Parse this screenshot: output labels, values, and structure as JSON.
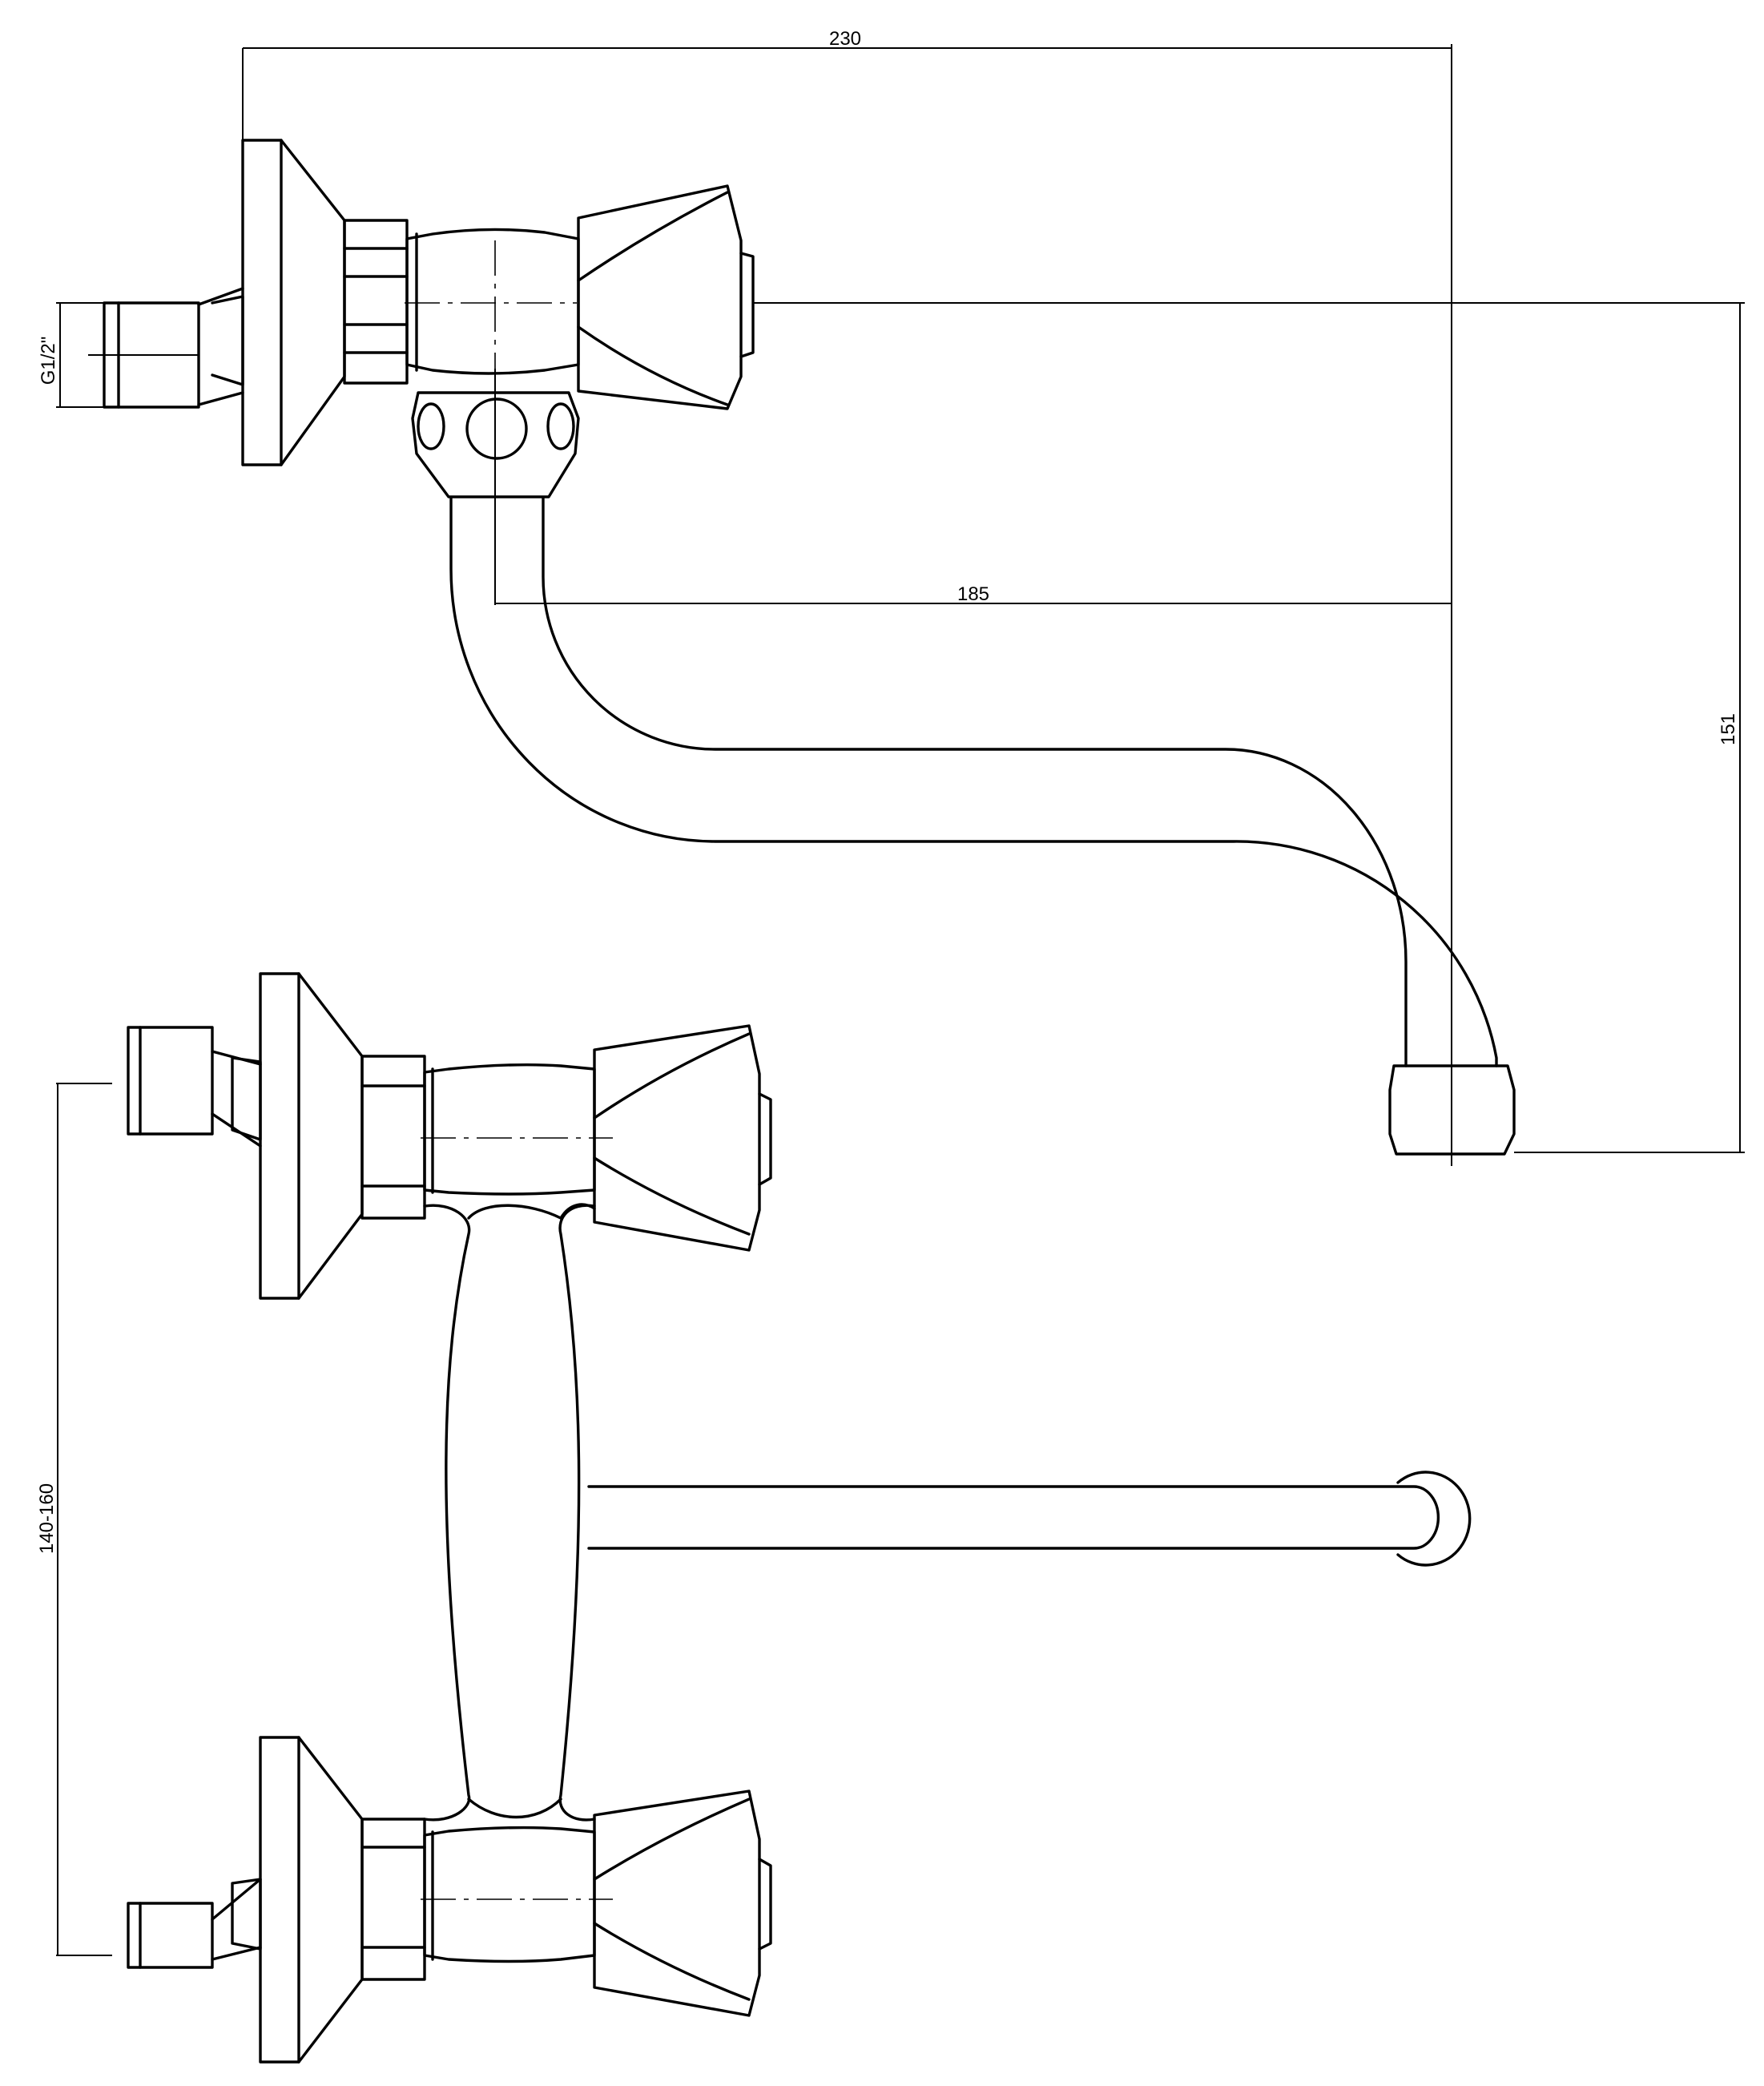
{
  "dimensions": {
    "overall_length": "230",
    "spout_reach": "185",
    "spout_height": "151",
    "thread_size": "G1/2\"",
    "inlet_spacing": "140-160"
  }
}
